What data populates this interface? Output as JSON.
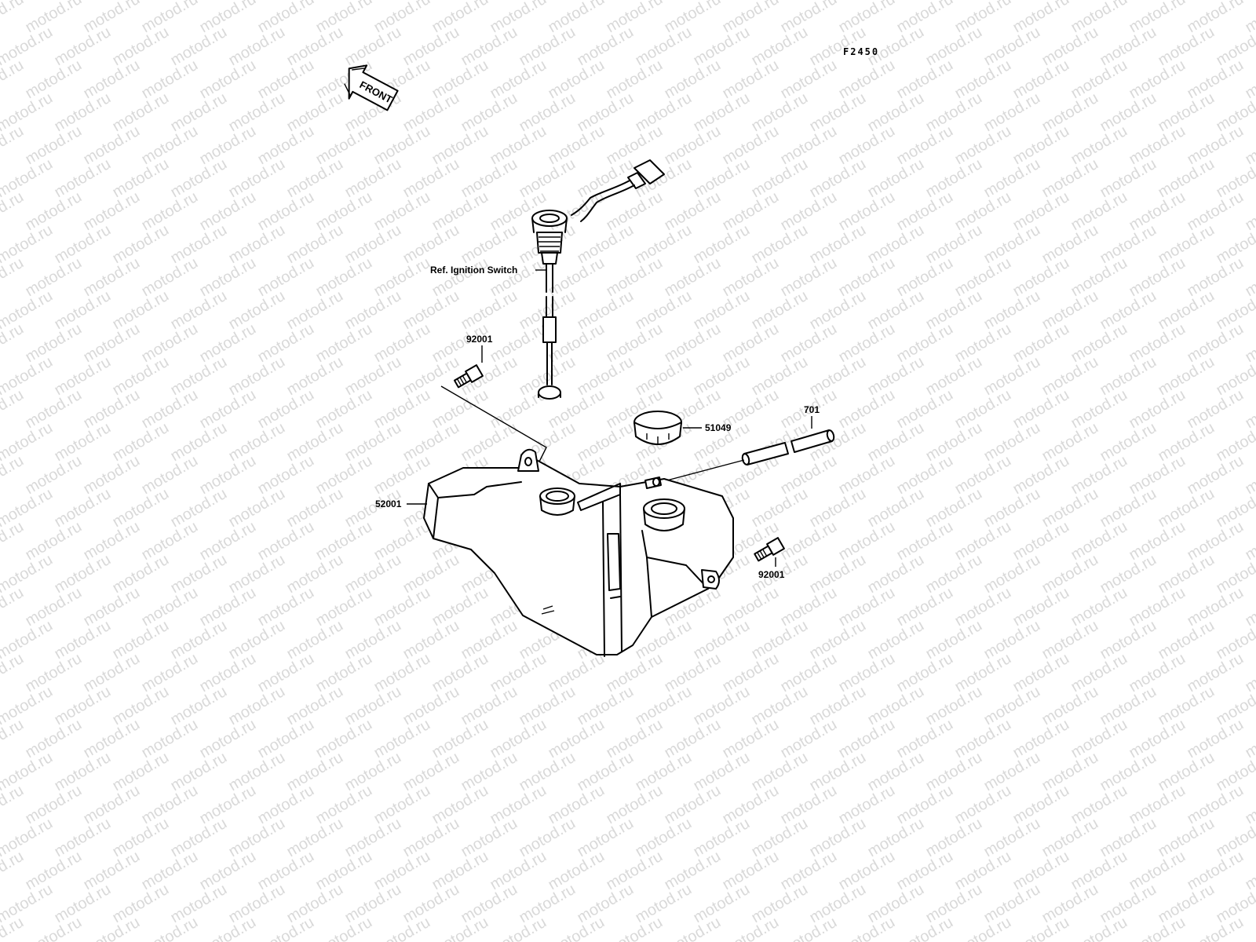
{
  "figure": {
    "code": "F2450",
    "front_label": "FRONT",
    "watermark": "motod.ru"
  },
  "parts": {
    "ignition_ref": "Ref. Ignition Switch",
    "bolt_upper": "92001",
    "bolt_lower": "92001",
    "cap": "51049",
    "hose": "701",
    "tank": "52001"
  },
  "colors": {
    "background": "#ffffff",
    "line": "#000000",
    "watermark": "#d9d9d9"
  }
}
